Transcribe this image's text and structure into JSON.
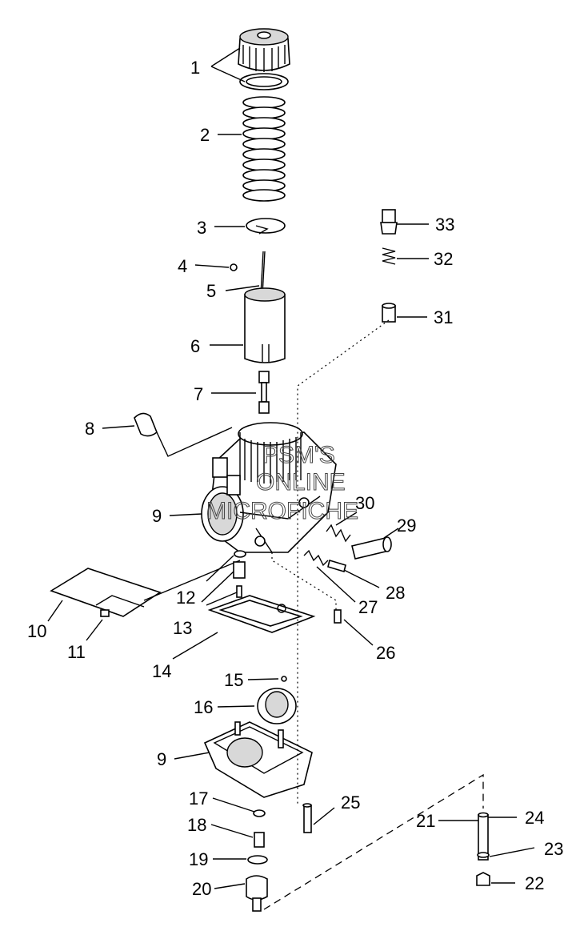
{
  "diagram": {
    "callouts": [
      {
        "id": "c1",
        "label": "1"
      },
      {
        "id": "c2",
        "label": "2"
      },
      {
        "id": "c3",
        "label": "3"
      },
      {
        "id": "c4",
        "label": "4"
      },
      {
        "id": "c5",
        "label": "5"
      },
      {
        "id": "c6",
        "label": "6"
      },
      {
        "id": "c7",
        "label": "7"
      },
      {
        "id": "c8",
        "label": "8"
      },
      {
        "id": "c9a",
        "label": "9"
      },
      {
        "id": "c9b",
        "label": "9"
      },
      {
        "id": "c10",
        "label": "10"
      },
      {
        "id": "c11",
        "label": "11"
      },
      {
        "id": "c12",
        "label": "12"
      },
      {
        "id": "c13",
        "label": "13"
      },
      {
        "id": "c14",
        "label": "14"
      },
      {
        "id": "c15",
        "label": "15"
      },
      {
        "id": "c16",
        "label": "16"
      },
      {
        "id": "c17",
        "label": "17"
      },
      {
        "id": "c18",
        "label": "18"
      },
      {
        "id": "c19",
        "label": "19"
      },
      {
        "id": "c20",
        "label": "20"
      },
      {
        "id": "c21",
        "label": "21"
      },
      {
        "id": "c22",
        "label": "22"
      },
      {
        "id": "c23",
        "label": "23"
      },
      {
        "id": "c24",
        "label": "24"
      },
      {
        "id": "c25",
        "label": "25"
      },
      {
        "id": "c26",
        "label": "26"
      },
      {
        "id": "c27",
        "label": "27"
      },
      {
        "id": "c28",
        "label": "28"
      },
      {
        "id": "c29",
        "label": "29"
      },
      {
        "id": "c30",
        "label": "30"
      },
      {
        "id": "c31",
        "label": "31"
      },
      {
        "id": "c32",
        "label": "32"
      },
      {
        "id": "c33",
        "label": "33"
      }
    ],
    "watermark": {
      "line1": "PSM'S",
      "line2": "ONLINE",
      "line3": "MICROFICHE"
    }
  }
}
